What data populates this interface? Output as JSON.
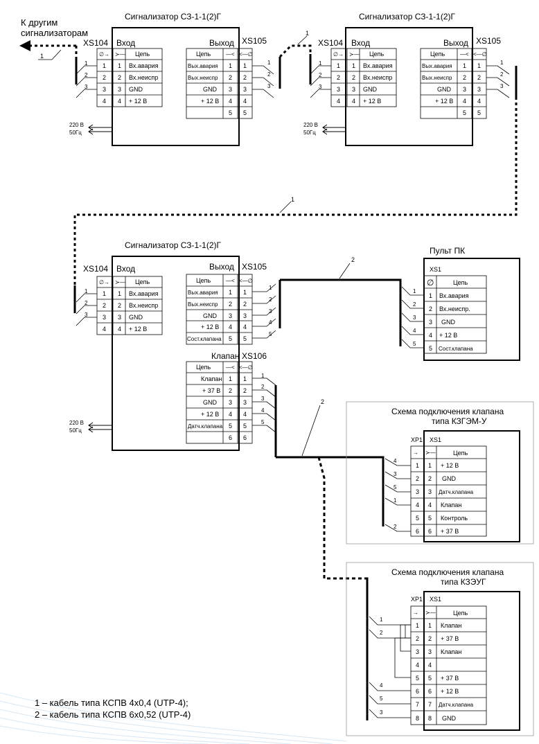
{
  "labels": {
    "other_signalers_line1": "К другим",
    "other_signalers_line2": "сигнализаторам",
    "unit_title": "Сигнализатор СЗ-1-1(2)Г",
    "xs104": "XS104",
    "xs105": "XS105",
    "xs106": "XS106",
    "input": "Вход",
    "output": "Выход",
    "valve": "Клапан",
    "power_v": "220 В",
    "power_hz": "50Гц",
    "pult_title": "Пульт ПК",
    "xs1": "XS1",
    "xp1": "XP1",
    "schema1_line1": "Схема подключения клапана",
    "schema1_line2": "типа КЗГЭМ-У",
    "schema2_line1": "Схема подключения клапана",
    "schema2_line2": "типа КЗЭУГ",
    "chain_header": "Цепь",
    "cable_1": "1",
    "cable_2": "2"
  },
  "tables": {
    "input_rows": [
      "Вх.авария",
      "Вх.неиспр",
      "GND",
      "+ 12 В"
    ],
    "output_rows_top": [
      "Вых.авария",
      "Вых.неиспр",
      "GND",
      "+ 12 В",
      ""
    ],
    "output_rows_bottom": [
      "Вых.авария",
      "Вых.неиспр",
      "GND",
      "+ 12 В",
      "Сост.клапана"
    ],
    "valve_rows": [
      "Клапан",
      "+ 37 В",
      "GND",
      "+ 12 В",
      "Датч.клапана",
      ""
    ],
    "pult_rows": [
      "Вх.авария",
      "Вх.неиспр.",
      "GND",
      "+ 12 В",
      "Сост.клапана"
    ],
    "kzgem_rows": [
      "+ 12 В",
      "GND",
      "Датч.клапана",
      "Клапан",
      "Контроль",
      "+ 37 В"
    ],
    "kzgem_wire_numbers": [
      "4",
      "3",
      "5",
      "1",
      "",
      "2"
    ],
    "kzeug_rows": [
      "Клапан",
      "+ 37 В",
      "Клапан",
      "",
      "+ 37 В",
      "+ 12 В",
      "Датч.клапана",
      "GND"
    ],
    "kzeug_wire_numbers": [
      "1",
      "2",
      "",
      "",
      "",
      "4",
      "5",
      "3"
    ]
  },
  "legend": {
    "line1": "1 – кабель типа КСПВ 4х0,4 (UTP-4);",
    "line2": "2 – кабель типа КСПВ 6х0,52 (UTP-4)"
  }
}
